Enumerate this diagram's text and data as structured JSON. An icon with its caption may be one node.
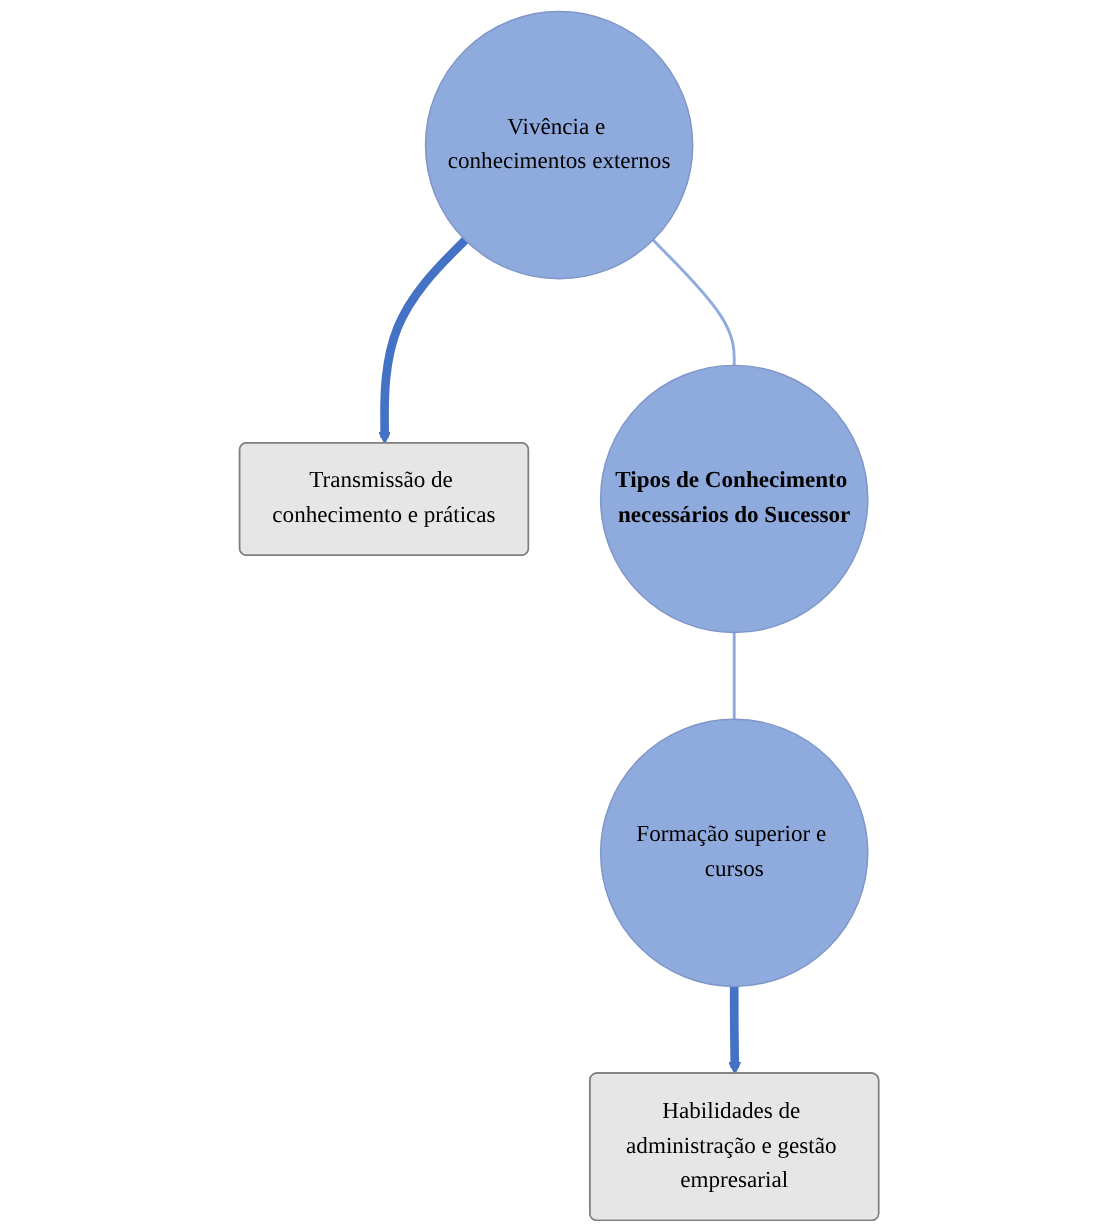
{
  "diagram": {
    "nodes": [
      {
        "text": [
          "Vivência e conhecimentos externos"
        ]
      },
      {
        "text": [
          "Transmissão de conhecimento e práticas"
        ]
      },
      {
        "text": [
          "Tipos de Conhecimento necessários do Sucessor"
        ]
      },
      {
        "text": [
          "Formação superior e cursos"
        ]
      },
      {
        "text": [
          "Habilidades de administração e gestão empresarial"
        ]
      }
    ],
    "edges": [
      {
        "from": 0,
        "to": 1,
        "arrow": "to",
        "style": "thick",
        "color": "#4472c4"
      },
      {
        "from": 0,
        "to": 2,
        "arrow": "none"
      },
      {
        "from": 2,
        "to": 3,
        "arrow": "none"
      },
      {
        "from": 3,
        "to": 4,
        "arrow": "to",
        "style": "thick",
        "color": "#4472c4"
      }
    ]
  }
}
